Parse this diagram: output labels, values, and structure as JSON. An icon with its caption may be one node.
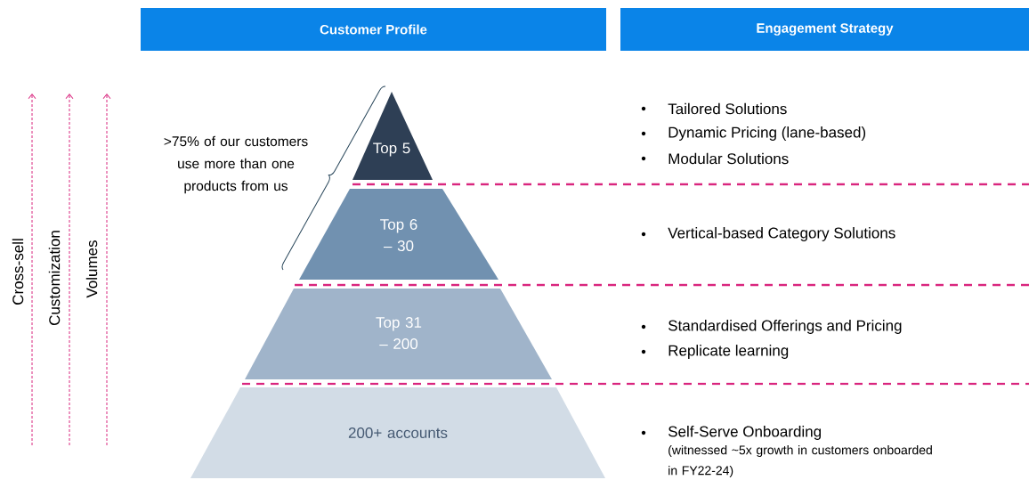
{
  "diagram": {
    "nodes": [
      {
        "text": [
          "Customer Profile"
        ]
      },
      {
        "text": [
          "Engagement Strategy"
        ]
      },
      {
        "text": [
          "Top 5"
        ]
      },
      {
        "text": [
          "Top 6 – 30"
        ]
      },
      {
        "text": [
          "Top 31 – 200"
        ]
      },
      {
        "text": [
          "200+ accounts"
        ]
      }
    ],
    "labels": [
      "Cross-sell",
      "Customization",
      "Volumes",
      ">75% of our customers use more than one products from us",
      "Tailored Solutions",
      "Dynamic Pricing (lane-based)",
      "Modular Solutions",
      "Vertical-based Category Solutions",
      "Standardised Offerings and Pricing",
      "Replicate learning",
      "Self-Serve Onboarding",
      "(witnessed ~5x growth in customers onboarded in FY22-24)"
    ]
  }
}
